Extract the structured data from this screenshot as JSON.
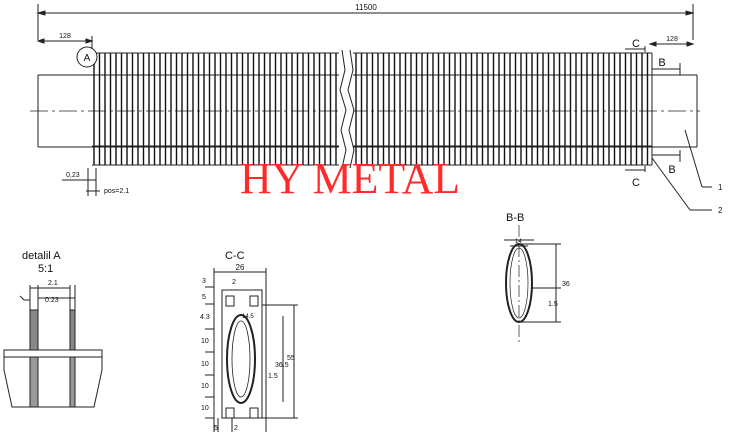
{
  "drawing": {
    "overall_length": "11500",
    "left_end_length": "128",
    "right_end_length": "128",
    "detail_marker": "A",
    "section_c": "C",
    "section_b": "B",
    "part_1": "1",
    "part_2": "2",
    "fin_thickness": "0,23",
    "fin_pitch": "pos=2.1"
  },
  "detail_a": {
    "title": "detalil  A",
    "scale": "5:1",
    "pitch": "2.1",
    "thickness": "0.23"
  },
  "section_cc": {
    "title": "C-C",
    "width": "26",
    "dim_3": "3",
    "dim_2": "2",
    "dim_5": "5",
    "dim_4_3": "4.3",
    "tube_width": "14.5",
    "dim_10": "10",
    "dim_1_5": "1.5",
    "tube_height": "36.5",
    "height": "55"
  },
  "section_bb": {
    "title": "B-B",
    "tube_width": "14",
    "dim_1_5": "1.5",
    "tube_height": "36"
  },
  "watermark": {
    "text": "HY METAL"
  },
  "colors": {
    "line": "#222222",
    "watermark": "#ff2a2a"
  }
}
